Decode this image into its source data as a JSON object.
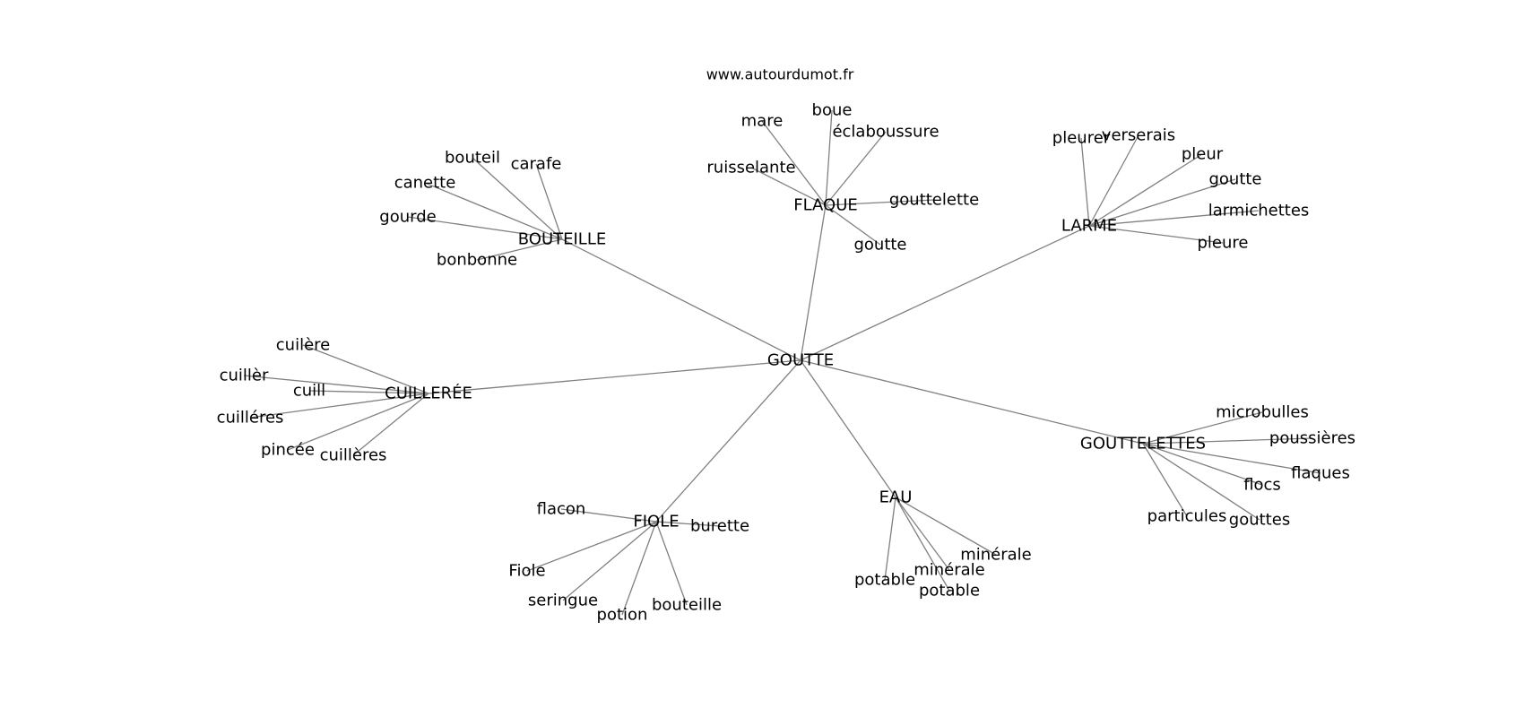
{
  "source": "www.autourdumot.fr",
  "graph": {
    "center": "GOUTTE",
    "groups": [
      {
        "label": "BOUTEILLE",
        "children": [
          "bouteil",
          "carafe",
          "canette",
          "gourde",
          "bonbonne"
        ]
      },
      {
        "label": "FLAQUE",
        "children": [
          "mare",
          "boue",
          "éclaboussure",
          "ruisselante",
          "gouttelette",
          "goutte"
        ]
      },
      {
        "label": "LARME",
        "children": [
          "pleurer",
          "verserais",
          "pleur",
          "goutte",
          "larmichettes",
          "pleure"
        ]
      },
      {
        "label": "CUILLERÉE",
        "children": [
          "cuilère",
          "cuillèr",
          "cuill",
          "cuilléres",
          "pincée",
          "cuillères"
        ]
      },
      {
        "label": "GOUTTELETTES",
        "children": [
          "microbulles",
          "poussières",
          "flaques",
          "flocs",
          "particules",
          "gouttes"
        ]
      },
      {
        "label": "EAU",
        "children": [
          "minérale",
          "minérale",
          "potable",
          "potable"
        ]
      },
      {
        "label": "FIOLE",
        "children": [
          "flacon",
          "burette",
          "Fiole",
          "seringue",
          "potion",
          "bouteille"
        ]
      }
    ]
  }
}
